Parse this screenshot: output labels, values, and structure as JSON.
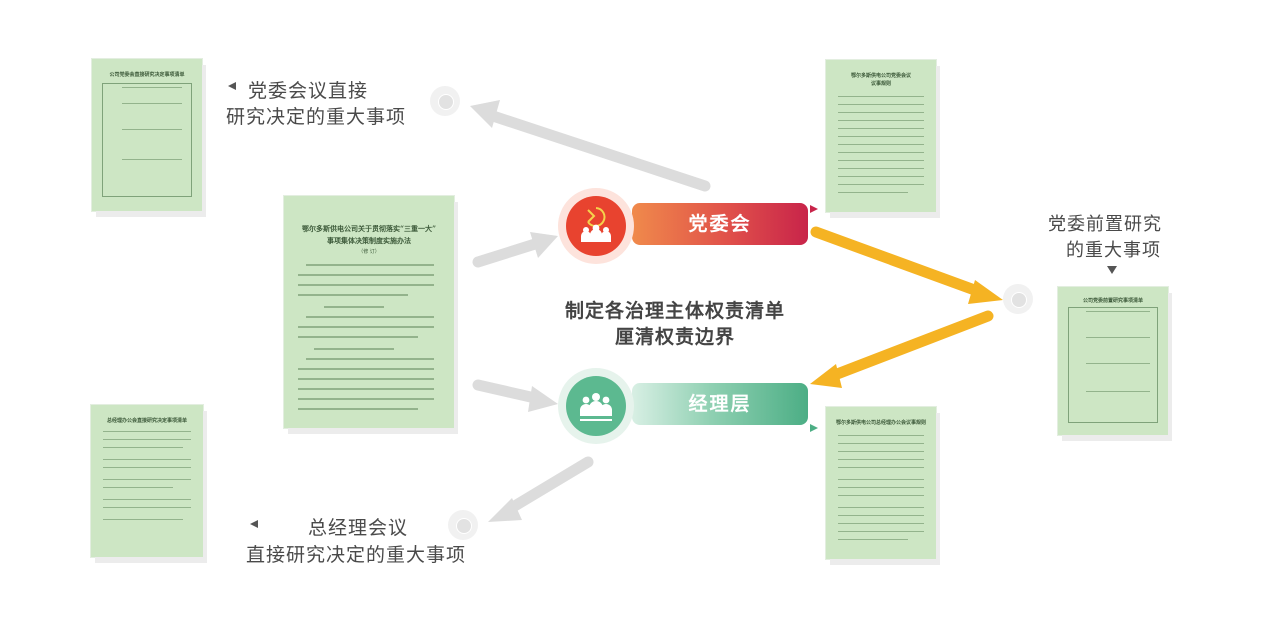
{
  "center": {
    "line1": "制定各治理主体权责清单",
    "line2": "厘清权责边界"
  },
  "party_committee": {
    "label": "党委会",
    "color_start": "#f08a4b",
    "color_end": "#c8244a"
  },
  "management": {
    "label": "经理层",
    "color_start": "#d8efe4",
    "color_end": "#4cae85"
  },
  "captions": {
    "party_direct_1": "党委会议直接",
    "party_direct_2": "研究决定的重大事项",
    "pre_research_1": "党委前置研究",
    "pre_research_2": "的重大事项",
    "gm_1": "总经理会议",
    "gm_2": "直接研究决定的重大事项"
  },
  "docs": {
    "main_title_1": "鄂尔多斯供电公司关于贯彻落实“三重一大”",
    "main_title_2": "事项集体决策制度实施办法",
    "main_sub": "（修 订）",
    "top_left_title": "公司党委会直接研究决定事项清单",
    "top_right_title_1": "鄂尔多斯供电公司党委会议",
    "top_right_title_2": "议事规则",
    "right_title": "公司党委前置研究事项清单",
    "bottom_left_title": "总经理办公会直接研究决定事项清单",
    "bottom_right_title": "鄂尔多斯供电公司总经理办公会议事规则"
  },
  "colors": {
    "arrow_gray": "#dcdcdc",
    "arrow_orange": "#f5b323",
    "doc_green": "#cde6c4"
  }
}
